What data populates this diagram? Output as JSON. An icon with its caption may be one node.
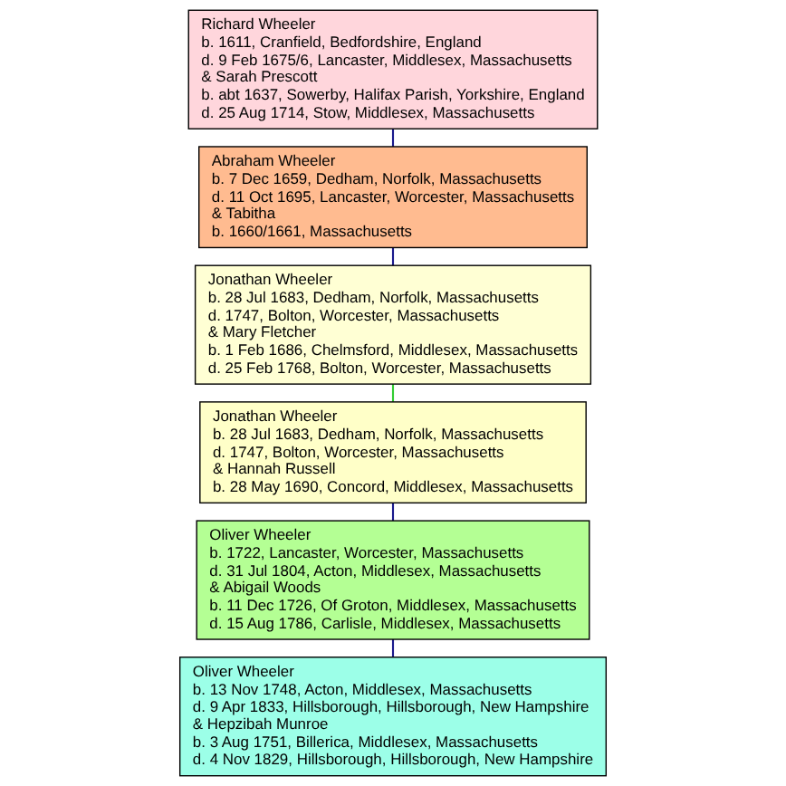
{
  "diagram": {
    "nodes": [
      {
        "text": [
          "Richard Wheeler",
          "b. 1611, Cranfield, Bedfordshire, England",
          "d. 9 Feb 1675/6, Lancaster, Middlesex, Massachusetts",
          "& Sarah Prescott",
          "b. abt 1637, Sowerby, Halifax Parish, Yorkshire, England",
          "d. 25 Aug 1714, Stow, Middlesex, Massachusetts"
        ]
      },
      {
        "text": [
          "Abraham Wheeler",
          "b. 7 Dec 1659, Dedham, Norfolk, Massachusetts",
          "d. 11 Oct 1695, Lancaster, Worcester, Massachusetts",
          "& Tabitha",
          "b. 1660/1661, Massachusetts"
        ]
      },
      {
        "text": [
          "Jonathan Wheeler",
          "b. 28 Jul 1683, Dedham, Norfolk, Massachusetts",
          "d. 1747, Bolton, Worcester, Massachusetts",
          "& Mary Fletcher",
          "b. 1 Feb 1686, Chelmsford, Middlesex, Massachusetts",
          "d. 25 Feb 1768, Bolton, Worcester, Massachusetts"
        ]
      },
      {
        "text": [
          "Jonathan Wheeler",
          "b. 28 Jul 1683, Dedham, Norfolk, Massachusetts",
          "d. 1747, Bolton, Worcester, Massachusetts",
          "& Hannah Russell",
          "b. 28 May 1690, Concord, Middlesex, Massachusetts"
        ]
      },
      {
        "text": [
          "Oliver Wheeler",
          "b. 1722, Lancaster, Worcester, Massachusetts",
          "d. 31 Jul 1804, Acton, Middlesex, Massachusetts",
          "& Abigail Woods",
          "b. 11 Dec 1726, Of Groton, Middlesex, Massachusetts",
          "d. 15 Aug 1786, Carlisle, Middlesex, Massachusetts"
        ]
      },
      {
        "text": [
          "Oliver Wheeler",
          "b. 13 Nov 1748, Acton, Middlesex, Massachusetts",
          "d. 9 Apr 1833, Hillsborough, Hillsborough, New Hampshire",
          "& Hepzibah Munroe",
          "b. 3 Aug 1751, Billerica, Middlesex, Massachusetts",
          "d. 4 Nov 1829, Hillsborough, Hillsborough, New Hampshire"
        ]
      }
    ],
    "edges": [
      {
        "from": 0,
        "to": 1,
        "arrow": "none"
      },
      {
        "from": 1,
        "to": 2,
        "arrow": "none"
      },
      {
        "from": 2,
        "to": 3,
        "arrow": "none",
        "color": "#33cc33"
      },
      {
        "from": 3,
        "to": 4,
        "arrow": "none"
      },
      {
        "from": 4,
        "to": 5,
        "arrow": "none"
      }
    ]
  }
}
